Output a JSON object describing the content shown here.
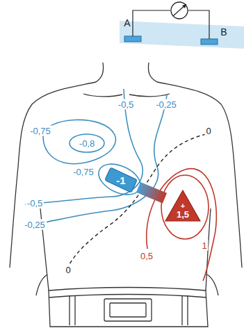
{
  "diagram": {
    "nodes": [
      {
        "text": [
          "-1"
        ]
      },
      {
        "text": [
          "+",
          "1,5"
        ]
      }
    ],
    "edges": [
      {
        "from": 0,
        "to": 1,
        "arrow": "none"
      }
    ],
    "labels": [
      "A",
      "B",
      "-0,75",
      "-0,8",
      "-0,5",
      "-0,25",
      "0",
      "-0,75",
      "-0,5",
      "-0,25",
      "0",
      "0,5",
      "1"
    ]
  }
}
